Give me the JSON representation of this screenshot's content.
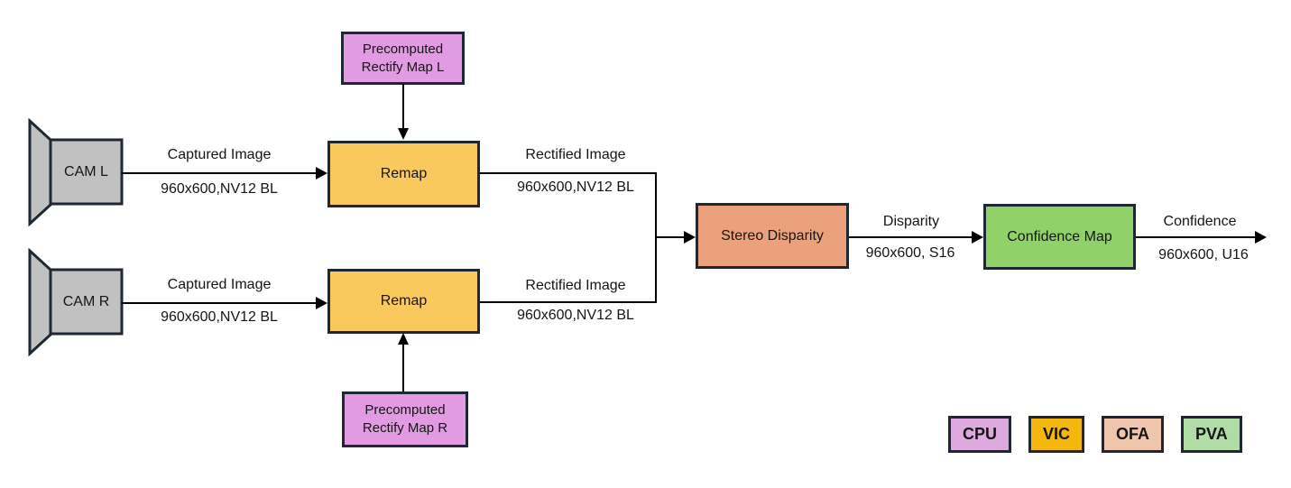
{
  "diagram": {
    "background_color": "#ffffff",
    "border_color": "#1f2733",
    "line_color": "#000000",
    "nodes": {
      "cam_l": {
        "label": "CAM L",
        "color": "#c1c1c1"
      },
      "cam_r": {
        "label": "CAM R",
        "color": "#c1c1c1"
      },
      "precomputed_l": {
        "line1": "Precomputed",
        "line2": "Rectify Map L",
        "color": "#e29be2"
      },
      "precomputed_r": {
        "line1": "Precomputed",
        "line2": "Rectify Map R",
        "color": "#e29be2"
      },
      "remap_l": {
        "label": "Remap",
        "color": "#f9c95e"
      },
      "remap_r": {
        "label": "Remap",
        "color": "#f9c95e"
      },
      "stereo_disparity": {
        "label": "Stereo Disparity",
        "color": "#eba17c"
      },
      "confidence_map": {
        "label": "Confidence Map",
        "color": "#90d169"
      }
    },
    "edges": {
      "captured_l": {
        "label": "Captured Image",
        "format": "960x600,NV12 BL"
      },
      "captured_r": {
        "label": "Captured Image",
        "format": "960x600,NV12 BL"
      },
      "rectified_l": {
        "label": "Rectified Image",
        "format": "960x600,NV12 BL"
      },
      "rectified_r": {
        "label": "Rectified Image",
        "format": "960x600,NV12 BL"
      },
      "disparity": {
        "label": "Disparity",
        "format": "960x600, S16"
      },
      "confidence": {
        "label": "Confidence",
        "format": "960x600, U16"
      }
    },
    "legend": [
      {
        "label": "CPU",
        "color": "#dea9de"
      },
      {
        "label": "VIC",
        "color": "#f6b70d"
      },
      {
        "label": "OFA",
        "color": "#f0c5ab"
      },
      {
        "label": "PVA",
        "color": "#b2dca6"
      }
    ]
  }
}
